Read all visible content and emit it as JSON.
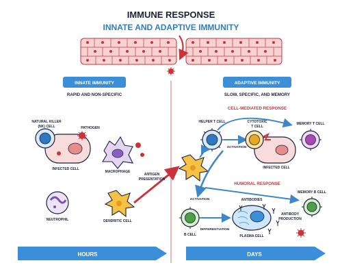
{
  "title": "IMMUNE RESPONSE",
  "subtitle": "INNATE AND ADAPTIVE IMMUNITY",
  "colors": {
    "title": "#1b1f3b",
    "subtitle": "#2c7fc1",
    "accent_red": "#c9343b",
    "blue_header": "#3b8fd9",
    "arrow_blue": "#3d86c8"
  },
  "innate": {
    "header": "INNATE IMMUNITY",
    "desc": "RAPID AND NON-SPECIFIC",
    "labels": {
      "nk_cell_1": "NATURAL KILLER",
      "nk_cell_2": "(NK) CELL",
      "pathogen": "PATHOGEN",
      "infected_cell": "INFECTED CELL",
      "macrophage": "MACROPHAGE",
      "antigen_1": "ANTIGEN",
      "antigen_2": "PRESENTATION",
      "neutrophil": "NEUTROPHIL",
      "dendritic_cell": "DENDRITIC CELL"
    },
    "time_arrow": "HOURS"
  },
  "adaptive": {
    "header": "ADAPTIVE IMMUNITY",
    "desc": "SLOW, SPECIFIC, AND MEMORY",
    "cell_mediated": "CELL-MEDIATED RESPONSE",
    "humoral": "HUMORAL RESPONSE",
    "labels": {
      "helper_t": "HELPER T CELL",
      "cytotoxic_1": "CYTOTOXIC",
      "cytotoxic_2": "T CELL",
      "memory_t": "MEMORY T CELL",
      "activation_1": "ACTIVATION",
      "infected_cell": "INFECTED CELL",
      "activation_2": "ACTIVATION",
      "memory_b": "MEMORY B CELL",
      "antibodies": "ANTIBODIES",
      "antibody_1": "ANTIBODY",
      "antibody_2": "PRODUCTION",
      "b_cell": "B CELL",
      "differentiation": "DIFFERENTIATION",
      "plasma_cell": "PLASMA CELL"
    },
    "time_arrow": "DAYS"
  }
}
